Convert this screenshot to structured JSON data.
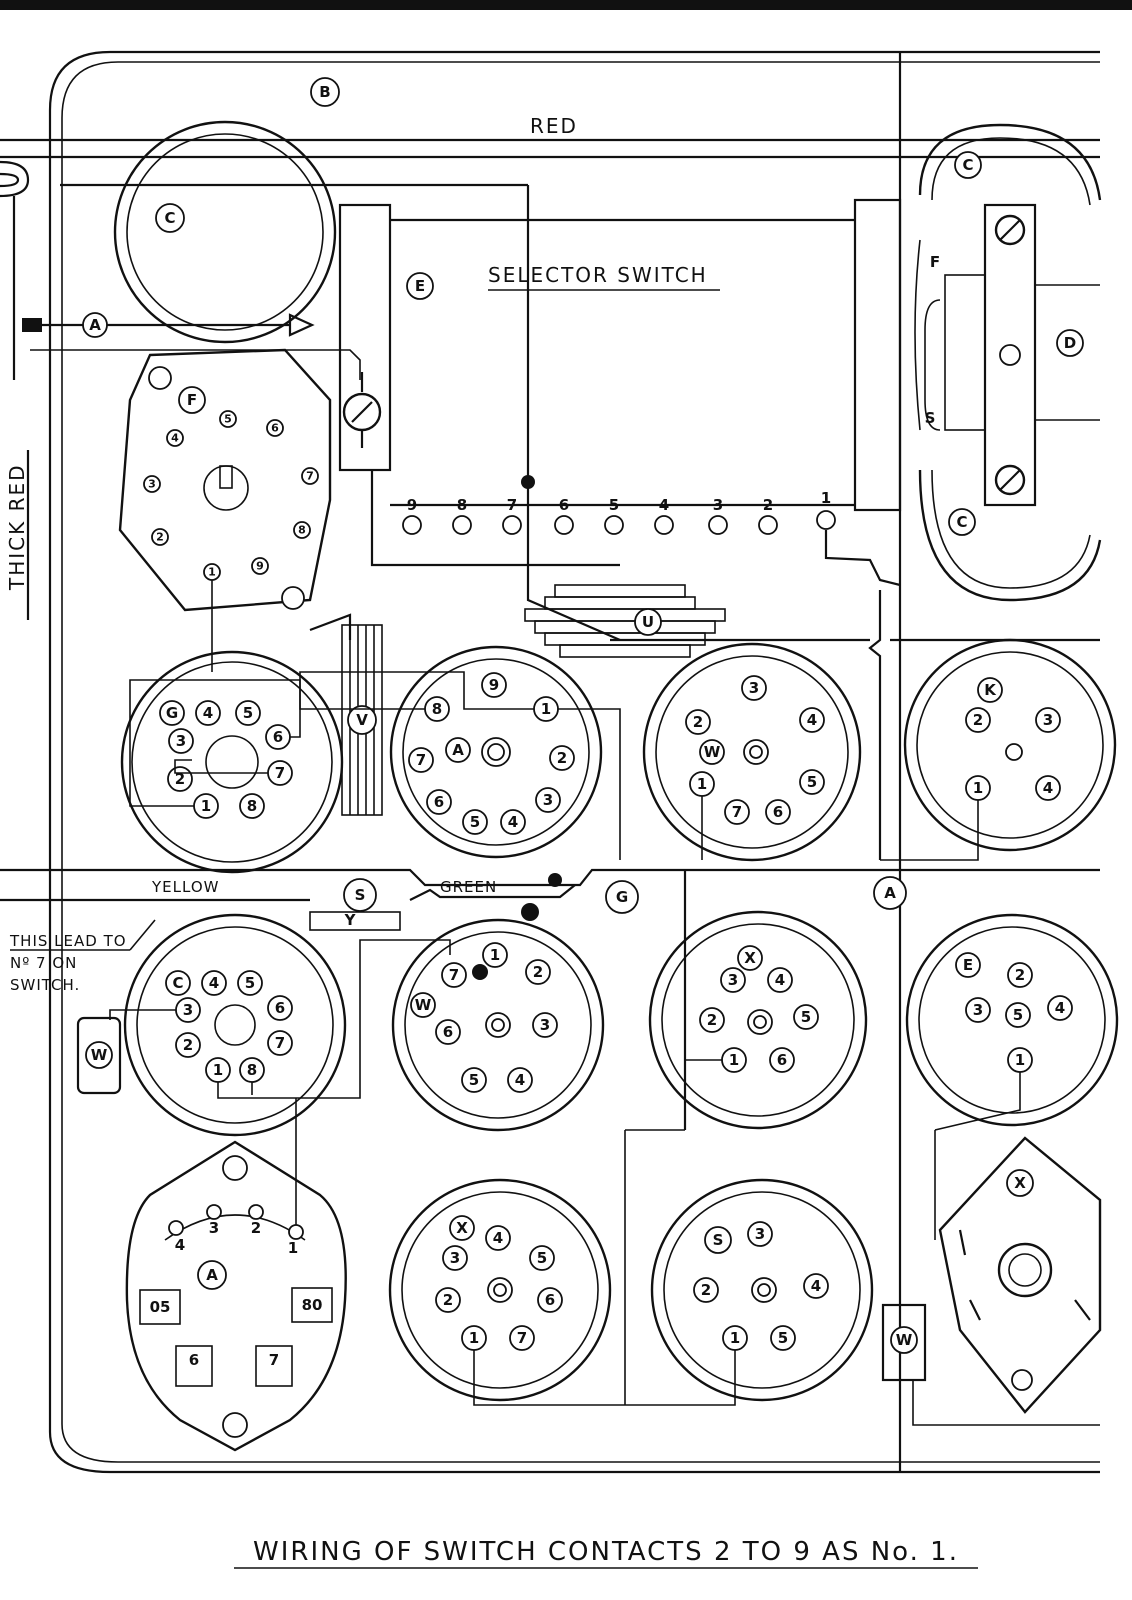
{
  "title": "SELECTOR SWITCH",
  "caption": "WIRING OF SWITCH CONTACTS 2 TO 9 AS No. 1.",
  "wire_labels": {
    "red": "RED",
    "thick_red": "THICK RED",
    "yellow": "YELLOW",
    "green": "GREEN"
  },
  "note_lines": [
    "THIS LEAD TO",
    "Nº 7 ON",
    "SWITCH."
  ],
  "switch_contacts": [
    "9",
    "8",
    "7",
    "6",
    "5",
    "4",
    "3",
    "2",
    "1"
  ],
  "component_labels": [
    "B",
    "C",
    "E",
    "A",
    "F",
    "C",
    "D",
    "C",
    "U",
    "V",
    "K",
    "S",
    "G",
    "A",
    "W",
    "W",
    "X"
  ],
  "component_letters": {
    "f_side": "F",
    "s_side": "S",
    "y_mark": "Y"
  },
  "sockets": {
    "G": [
      "4",
      "5",
      "3",
      "6",
      "2",
      "7",
      "1",
      "8"
    ],
    "H": [
      "9",
      "8",
      "1",
      "7",
      "2",
      "6",
      "3",
      "5",
      "4"
    ],
    "J": [
      "3",
      "2",
      "4",
      "5",
      "1",
      "7",
      "6"
    ],
    "K": [
      "2",
      "3",
      "1",
      "4"
    ],
    "L": [
      "4",
      "5",
      "3",
      "6",
      "2",
      "7",
      "1",
      "8"
    ],
    "M": [
      "1",
      "7",
      "2",
      "6",
      "3",
      "5",
      "4"
    ],
    "N": [
      "3",
      "4",
      "2",
      "5",
      "1",
      "6"
    ],
    "P": [
      "2",
      "3",
      "5",
      "4",
      "1"
    ],
    "Q": [
      "4",
      "3",
      "2",
      "1",
      "05",
      "80",
      "6",
      "7"
    ],
    "R": [
      "4",
      "3",
      "5",
      "2",
      "6",
      "1",
      "7"
    ],
    "S": [
      "3",
      "2",
      "4",
      "1",
      "5"
    ]
  },
  "f_wafer_contacts": [
    "5",
    "6",
    "4",
    "7",
    "3",
    "8",
    "2",
    "9",
    "1"
  ]
}
